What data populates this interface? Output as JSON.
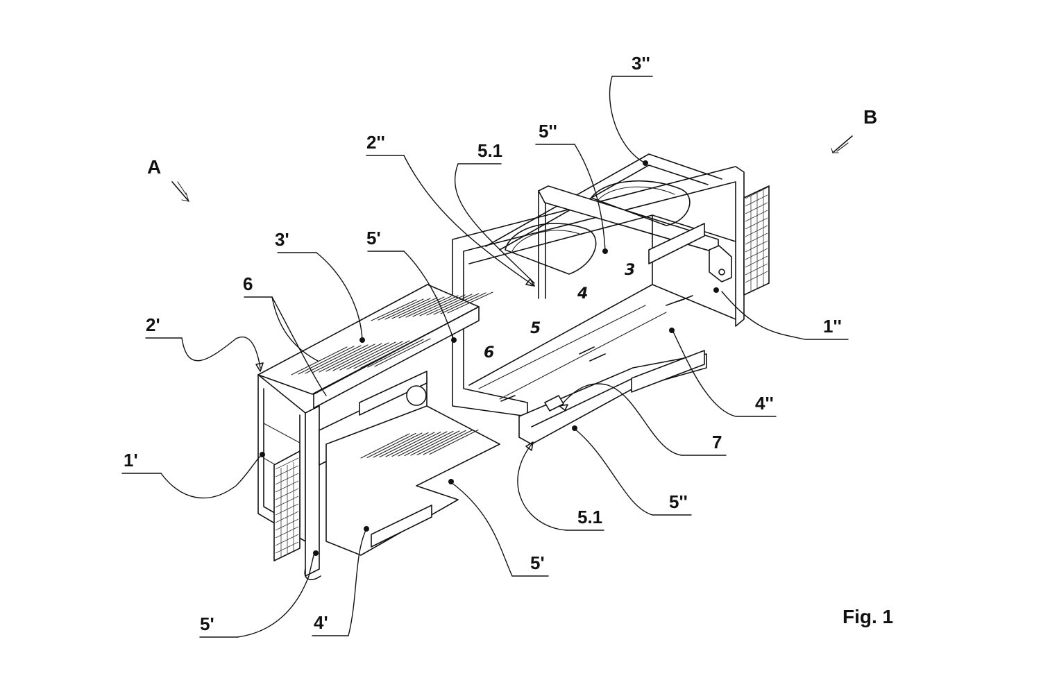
{
  "figure": {
    "caption": "Fig. 1"
  },
  "views": {
    "a": "A",
    "b": "B"
  },
  "refs": {
    "r_3dd": "3''",
    "r_2dd": "2''",
    "r_51_top": "5.1",
    "r_5dd_top": "5''",
    "r_3d": "3'",
    "r_5d_top": "5'",
    "r_6": "6",
    "r_2d": "2'",
    "r_1dd": "1''",
    "r_4dd": "4''",
    "r_1d": "1'",
    "r_7": "7",
    "r_5dd_bot": "5''",
    "r_51_bot": "5.1",
    "r_5d_mid": "5'",
    "r_5d_bot": "5'",
    "r_4d": "4'"
  },
  "box_numbers": [
    "6",
    "5",
    "4",
    "3"
  ]
}
